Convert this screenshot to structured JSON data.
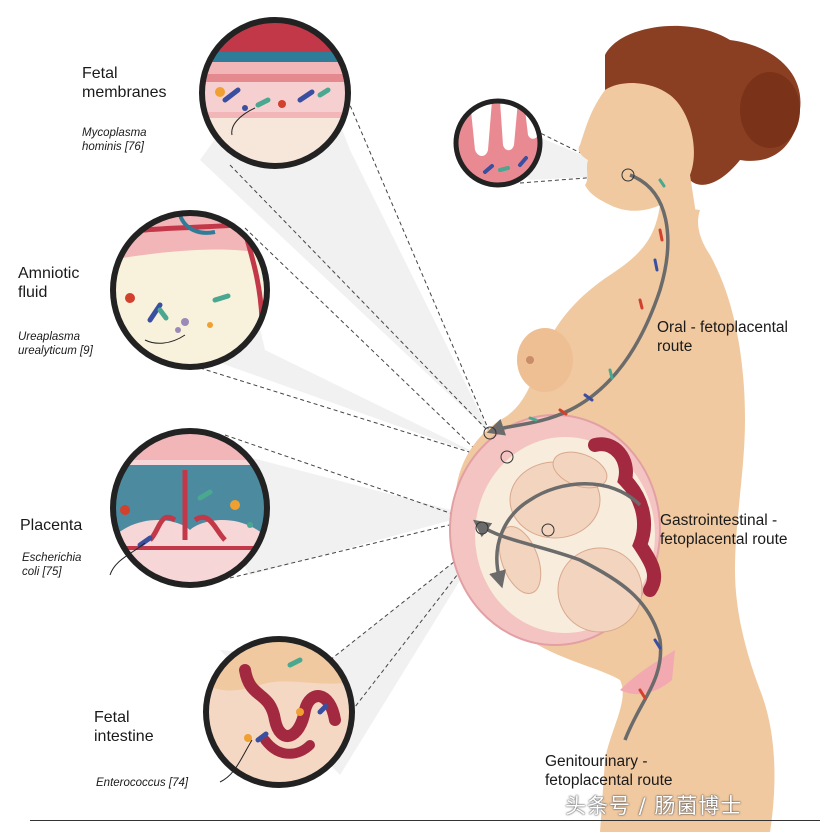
{
  "labels": {
    "fetal_membranes": "Fetal\nmembranes",
    "mycoplasma": "Mycoplasma\nhominis [76]",
    "amniotic_fluid": "Amniotic\nfluid",
    "ureaplasma": "Ureaplasma\nurealyticum [9]",
    "placenta": "Placenta",
    "escherichia": "Escherichia\ncoli [75]",
    "fetal_intestine": "Fetal\nintestine",
    "enterococcus": "Enterococcus [74]"
  },
  "routes": {
    "oral": "Oral - fetoplacental\nroute",
    "gastrointestinal": "Gastrointestinal -\nfetoplacental route",
    "genitourinary": "Genitourinary -\nfetoplacental route"
  },
  "watermark": "头条号 / 肠菌博士",
  "colors": {
    "skin": "#f0c9a0",
    "hair": "#8a3e22",
    "tissue_pink": "#f2b5b8",
    "tissue_red": "#c23848",
    "blue_vessel": "#2e7c97",
    "route_arrow": "#6b6b6b",
    "bacteria_green": "#4aa890",
    "bacteria_blue": "#3a4fa0",
    "bacteria_red": "#d2402e"
  },
  "icons": [
    "magnifier-circle-icon",
    "bacteria-icon",
    "route-arrow-icon"
  ]
}
